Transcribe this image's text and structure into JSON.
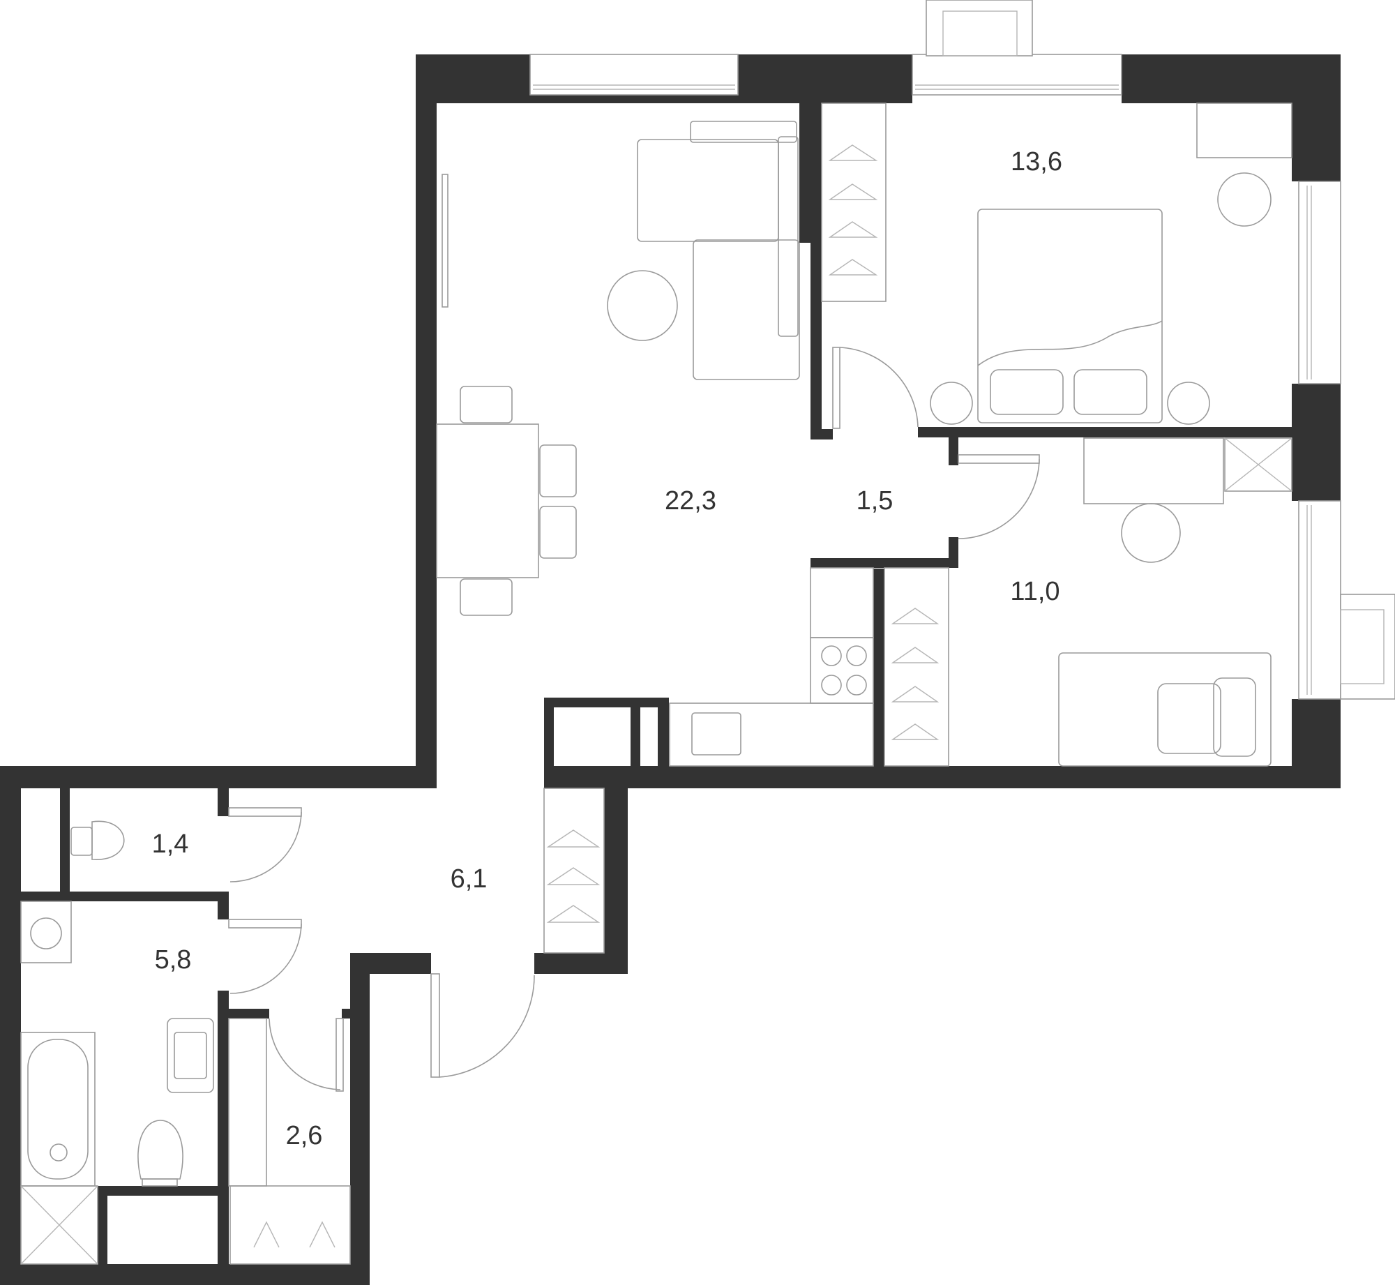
{
  "rooms": [
    {
      "id": "living-room",
      "area": "22,3"
    },
    {
      "id": "bedroom-large",
      "area": "13,6"
    },
    {
      "id": "corridor-small",
      "area": "1,5"
    },
    {
      "id": "bedroom-small",
      "area": "11,0"
    },
    {
      "id": "toilet",
      "area": "1,4"
    },
    {
      "id": "hallway",
      "area": "6,1"
    },
    {
      "id": "bathroom",
      "area": "5,8"
    },
    {
      "id": "closet",
      "area": "2,6"
    }
  ],
  "colors": {
    "wall": "#333333",
    "furniture": "#9a9a9a",
    "background": "#ffffff"
  }
}
